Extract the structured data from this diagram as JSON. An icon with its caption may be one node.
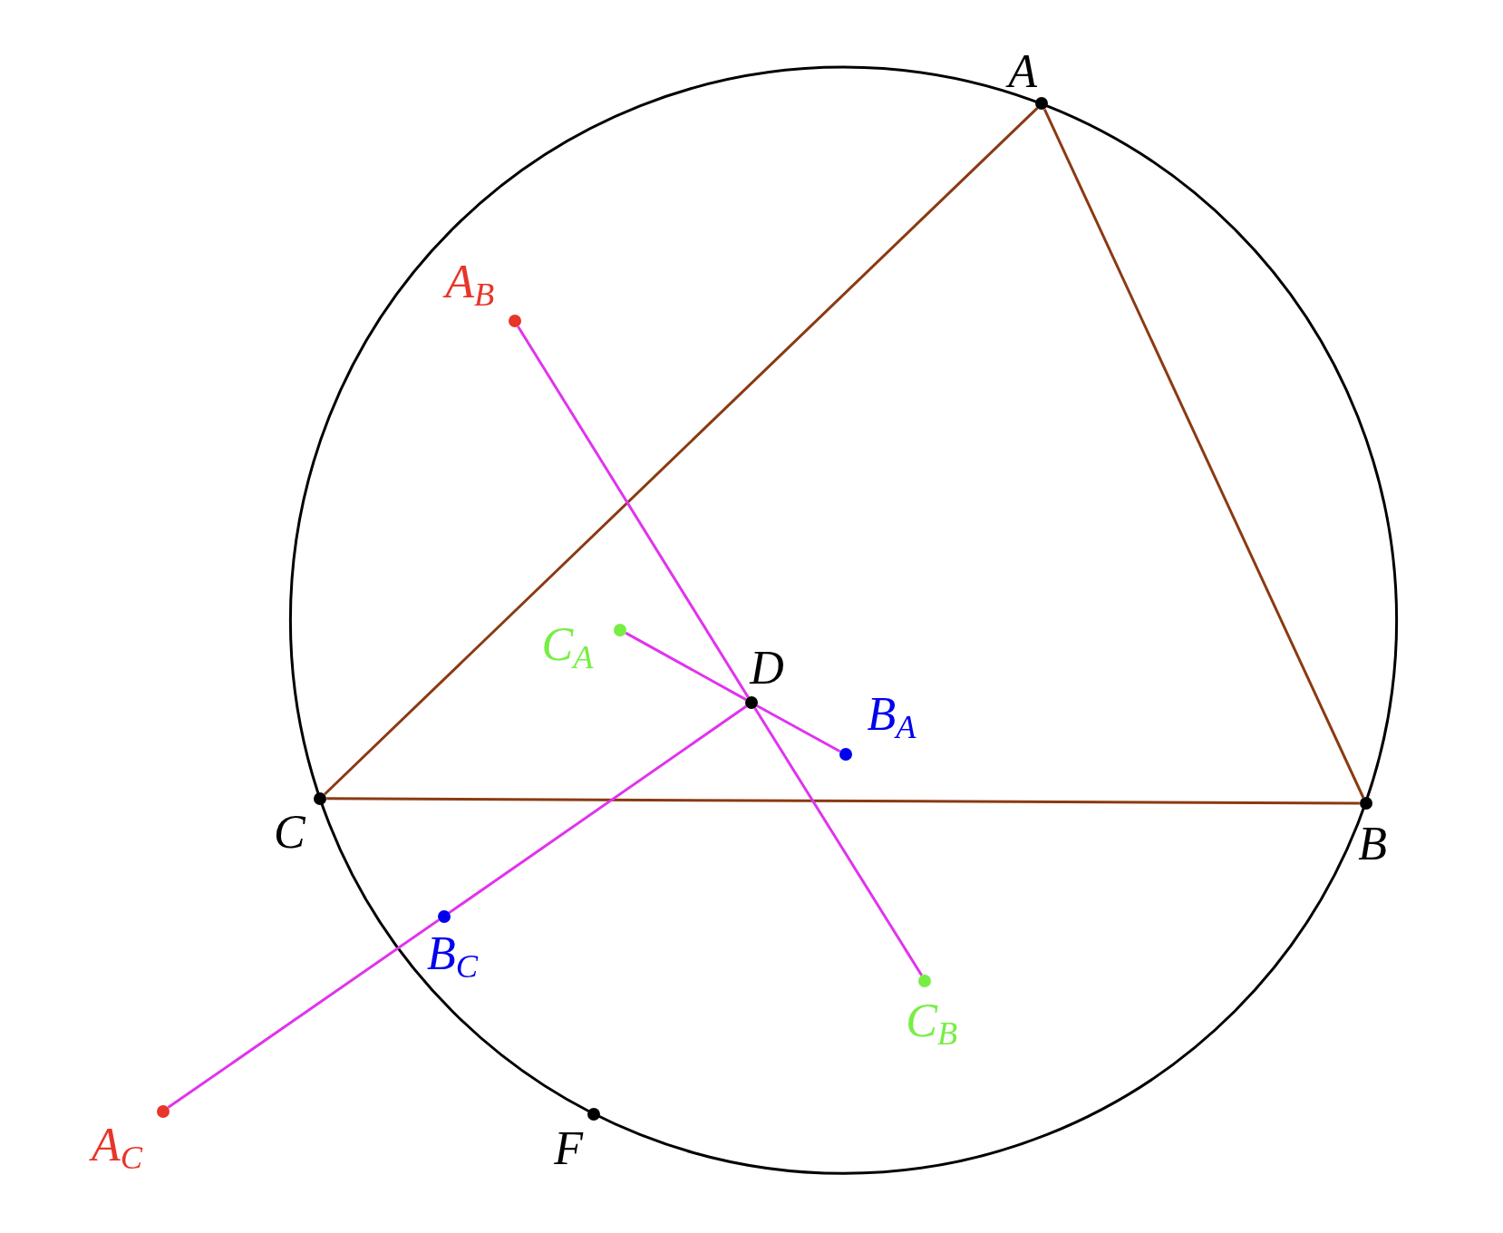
{
  "diagram": {
    "nodes": [
      {
        "text": [
          "A"
        ]
      },
      {
        "text": [
          "A$_{B}$"
        ]
      },
      {
        "text": [
          "C$_{A}$"
        ]
      },
      {
        "text": [
          "D"
        ]
      },
      {
        "text": [
          "B$_{A}$"
        ]
      },
      {
        "text": [
          "C"
        ]
      },
      {
        "text": [
          "B"
        ]
      },
      {
        "text": [
          "B$_{C}$"
        ]
      },
      {
        "text": [
          "C$_{B}$"
        ]
      },
      {
        "text": [
          "A$_{C}$"
        ]
      },
      {
        "text": [
          "F"
        ]
      }
    ],
    "edges": [
      {
        "from": 0,
        "to": 6,
        "arrow": "none",
        "color": "#8b3a12"
      },
      {
        "from": 0,
        "to": 5,
        "arrow": "none",
        "color": "#8b3a12"
      },
      {
        "from": 5,
        "to": 6,
        "arrow": "none",
        "color": "#8b3a12"
      },
      {
        "from": 1,
        "to": 3,
        "arrow": "none"
      },
      {
        "from": 3,
        "to": 8,
        "arrow": "none"
      },
      {
        "from": 2,
        "to": 3,
        "arrow": "none"
      },
      {
        "from": 3,
        "to": 4,
        "arrow": "none"
      },
      {
        "from": 9,
        "to": 7,
        "arrow": "none"
      },
      {
        "from": 7,
        "to": 3,
        "arrow": "none"
      }
    ]
  }
}
